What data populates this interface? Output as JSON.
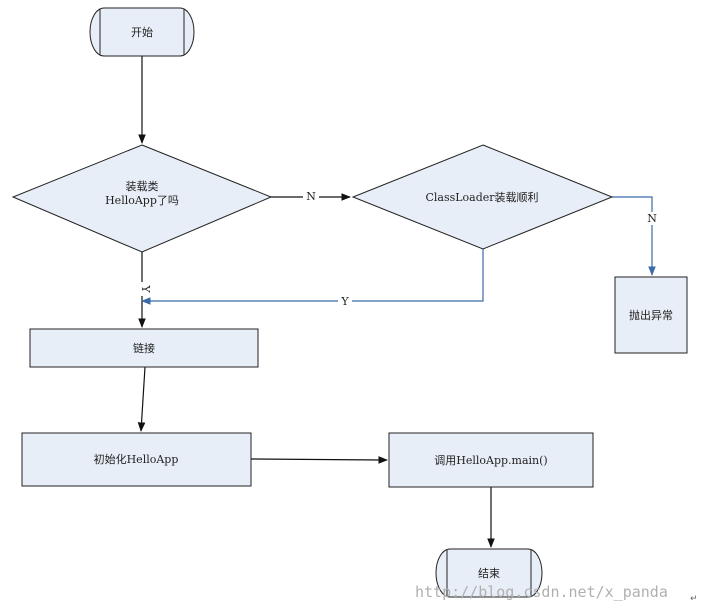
{
  "nodes": {
    "start": "开始",
    "loaded_q_line1": "装载类",
    "loaded_q_line2": "HelloApp了吗",
    "classloader_q": "ClassLoader装载顺利",
    "throw": "抛出异常",
    "link": "链接",
    "init": "初始化HelloApp",
    "call_main": "调用HelloApp.main()",
    "end": "结束"
  },
  "edges": {
    "loaded_no": "N",
    "loaded_yes": "Y",
    "classloader_no": "N",
    "classloader_yes": "Y"
  },
  "watermark": "http://blog.csdn.net/x_panda",
  "colors": {
    "node_fill": "#e8eef7",
    "node_stroke": "#222222",
    "edge_black": "#111111",
    "edge_blue": "#3b6aa8"
  }
}
